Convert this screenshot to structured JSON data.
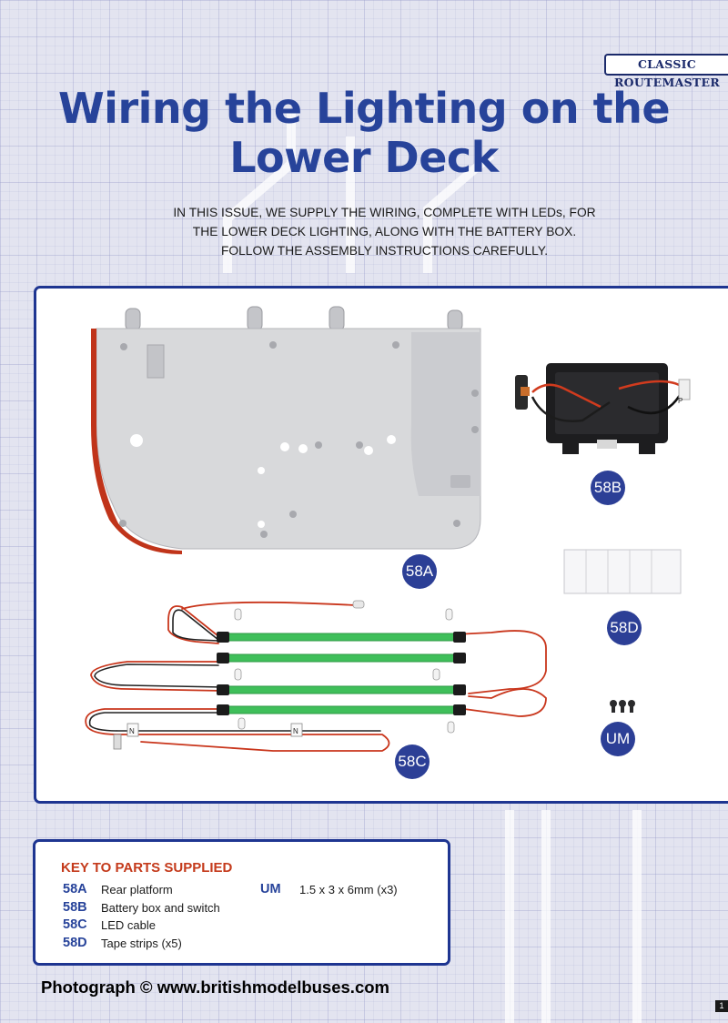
{
  "header": {
    "series_tag": "CLASSIC ROUTEMASTER"
  },
  "title": {
    "line1": "Wiring the Lighting on the",
    "line2": "Lower Deck"
  },
  "intro": {
    "line1": "IN THIS ISSUE, WE SUPPLY THE WIRING, COMPLETE WITH LEDs, FOR",
    "line2": "THE LOWER DECK LIGHTING, ALONG WITH THE BATTERY BOX.",
    "line3": "FOLLOW THE ASSEMBLY INSTRUCTIONS CAREFULLY."
  },
  "parts_photo": {
    "labels": {
      "rear_platform": "58A",
      "battery_box": "58B",
      "led_cable": "58C",
      "tape_strips": "58D",
      "screws": "UM"
    },
    "connector_tags": [
      "N",
      "N",
      "P"
    ],
    "colors": {
      "badge": "#2c3f96",
      "panel_border": "#1e3591",
      "platform": "#d8d9db",
      "red_trim": "#c0341a",
      "led_strip": "#3fbf5a"
    }
  },
  "key": {
    "title": "KEY TO PARTS SUPPLIED",
    "items": [
      {
        "code": "58A",
        "description": "Rear platform"
      },
      {
        "code": "58B",
        "description": "Battery box and switch"
      },
      {
        "code": "58C",
        "description": "LED cable"
      },
      {
        "code": "58D",
        "description": "Tape strips (x5)"
      },
      {
        "code": "UM",
        "description": "1.5 x 3 x 6mm (x3)"
      }
    ]
  },
  "credit": "Photograph © www.britishmodelbuses.com",
  "page_number": "1"
}
